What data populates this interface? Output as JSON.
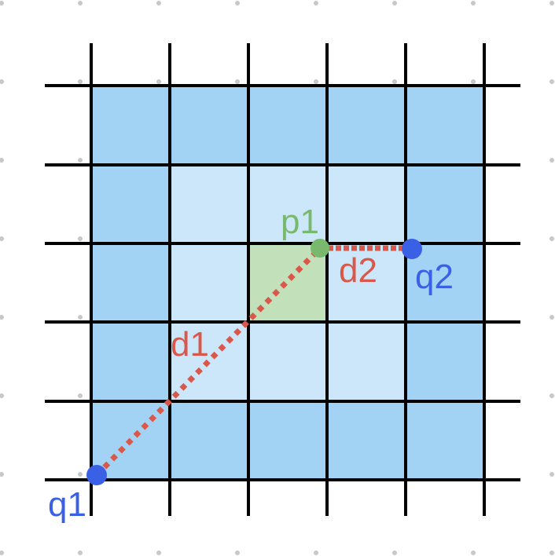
{
  "labels": {
    "p1": "p1",
    "q1": "q1",
    "q2": "q2",
    "d1": "d1",
    "d2": "d2"
  },
  "colors": {
    "outer_ring": "#a3d3f4",
    "inner_ring": "#cce7fa",
    "center_cell": "#c2e0b9",
    "center_cell_border": "#5f8f56",
    "grid_line": "#000000",
    "dot_grid": "#c8c8c8",
    "p_point": "#79b96d",
    "q_point": "#3a60e6",
    "distance_line": "#d9584a"
  }
}
